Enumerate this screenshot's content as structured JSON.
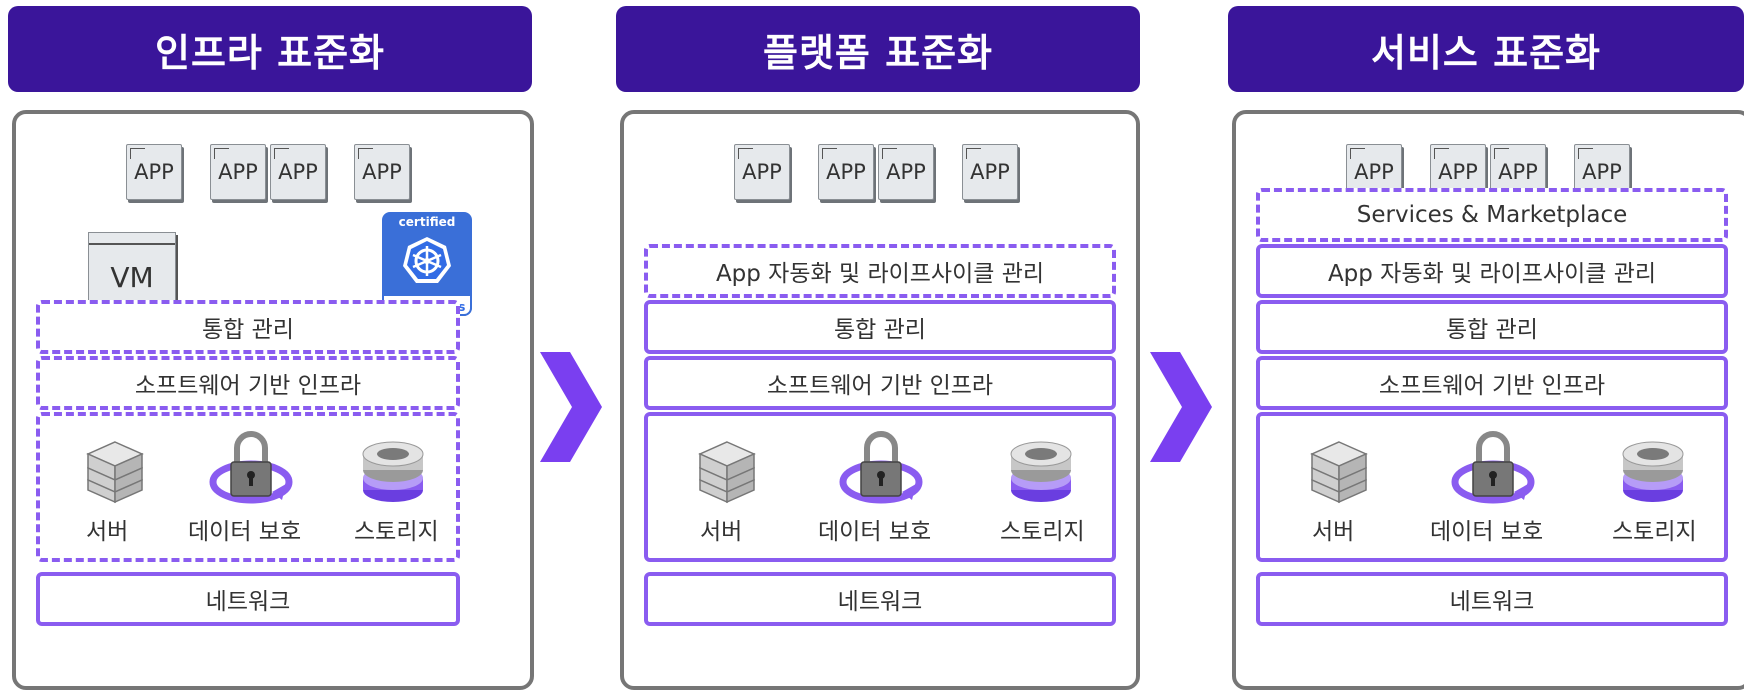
{
  "columns": [
    {
      "title": "인프라 표준화",
      "apps": [
        "APP",
        "APP",
        "APP",
        "APP"
      ],
      "vm_label": "VM",
      "kubernetes": {
        "certified": "certified",
        "name": "kubernetes"
      },
      "layers": [
        "통합 관리",
        "소프트웨어 기반 인프라"
      ],
      "storage_items": [
        "서버",
        "데이터 보호",
        "스토리지"
      ],
      "network": "네트워크"
    },
    {
      "title": "플랫폼 표준화",
      "apps": [
        "APP",
        "APP",
        "APP",
        "APP"
      ],
      "layers": [
        "App 자동화 및 라이프사이클 관리",
        "통합 관리",
        "소프트웨어 기반 인프라"
      ],
      "storage_items": [
        "서버",
        "데이터 보호",
        "스토리지"
      ],
      "network": "네트워크"
    },
    {
      "title": "서비스 표준화",
      "apps": [
        "APP",
        "APP",
        "APP",
        "APP"
      ],
      "layers": [
        "Services & Marketplace",
        "App 자동화 및 라이프사이클 관리",
        "통합 관리",
        "소프트웨어 기반 인프라"
      ],
      "storage_items": [
        "서버",
        "데이터 보호",
        "스토리지"
      ],
      "network": "네트워크"
    }
  ],
  "colors": {
    "header": "#3a159a",
    "accent": "#8a5cf0",
    "arrow": "#7a3ff0",
    "panel_border": "#767676"
  },
  "icons": [
    "server-icon",
    "data-protection-icon",
    "storage-icon",
    "kubernetes-logo",
    "vm-icon",
    "app-icon",
    "chevron-right-icon"
  ]
}
